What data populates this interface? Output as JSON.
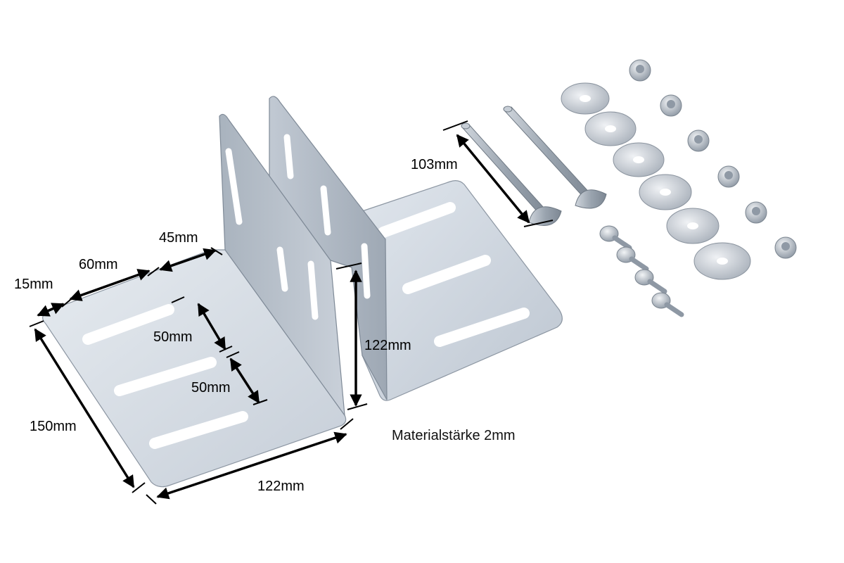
{
  "colors": {
    "metal_light": "#dde3ea",
    "metal_mid": "#c3cbd5",
    "metal_dark": "#9aa4b0",
    "metal_edge": "#7f8a97",
    "dimension_line": "#000000"
  },
  "dimensions": {
    "slot_offset": "15mm",
    "slot_length": "60mm",
    "slot_gap": "45mm",
    "slot_spacing_1": "50mm",
    "slot_spacing_2": "50mm",
    "plate_depth": "150mm",
    "base_width": "122mm",
    "vertical_height": "122mm",
    "bolt_length": "103mm"
  },
  "note": "Materialstärke 2mm"
}
